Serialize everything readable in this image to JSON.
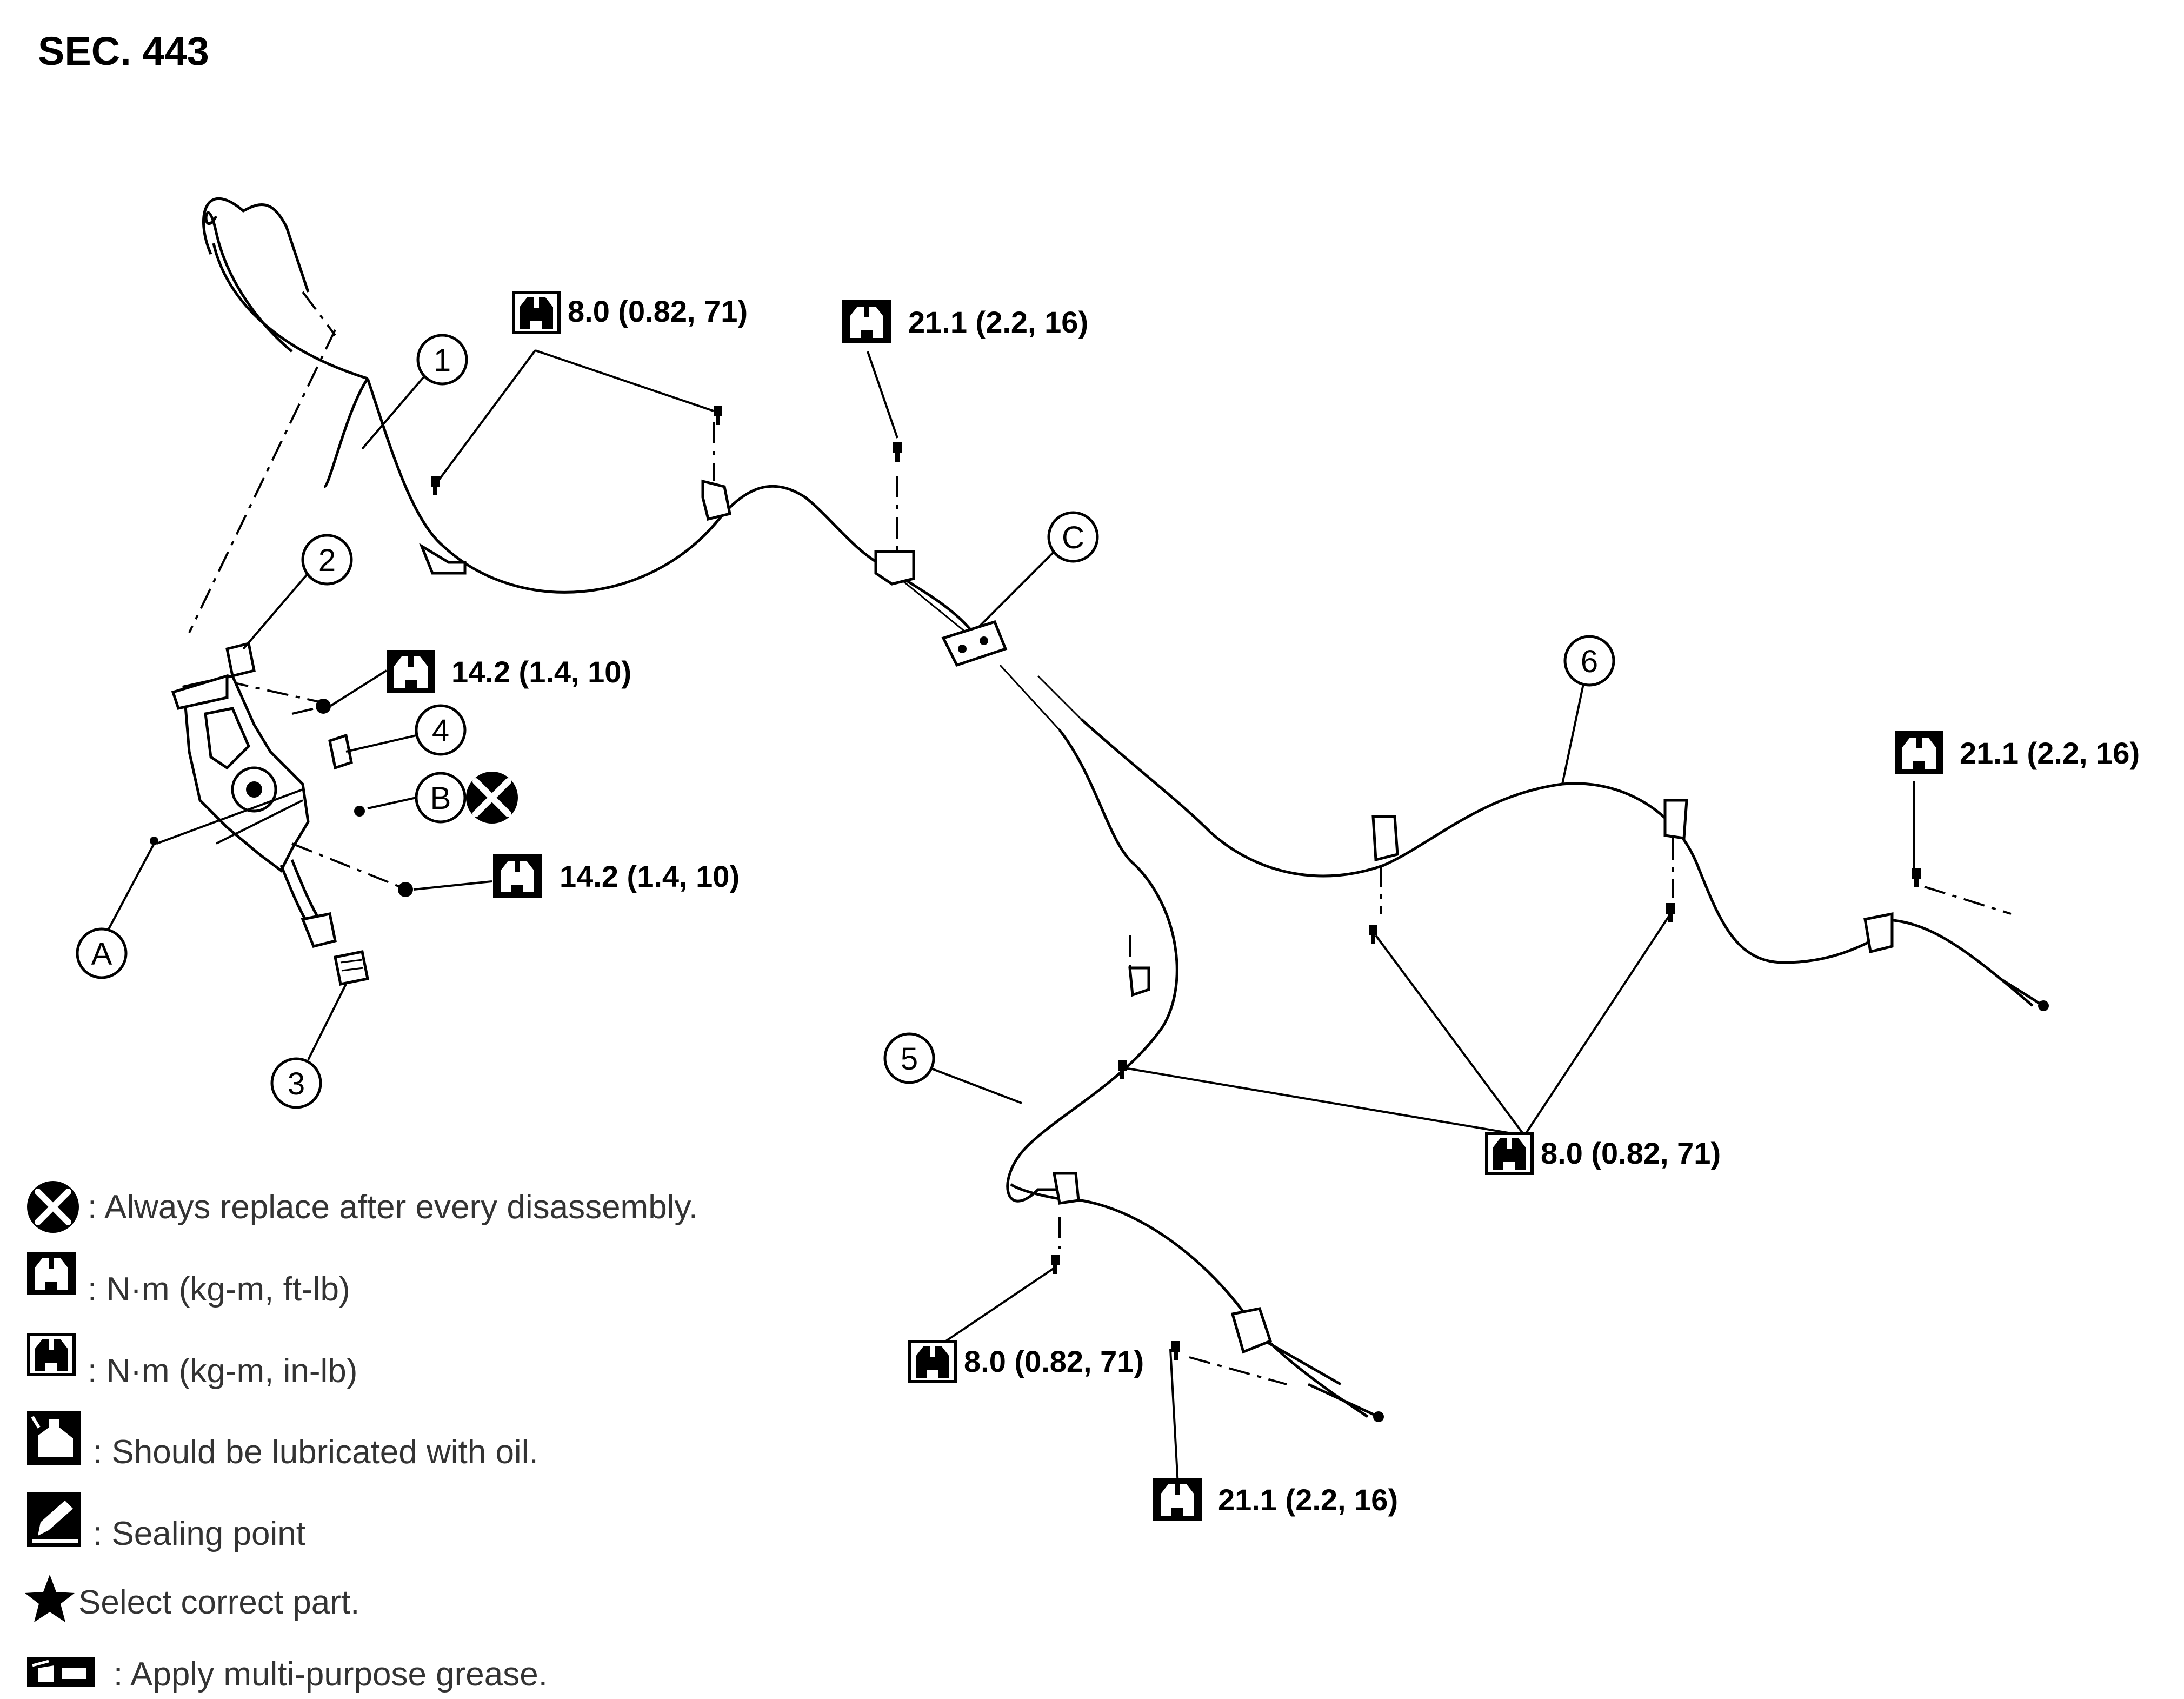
{
  "section_title": "SEC. 443",
  "callouts": {
    "c1": "1",
    "c2": "2",
    "c3": "3",
    "c4": "4",
    "c5": "5",
    "c6": "6",
    "cA": "A",
    "cB": "B",
    "cC": "C"
  },
  "torque_specs": {
    "t_top_inlb": "8.0 (0.82, 71)",
    "t_top_center": "21.1 (2.2, 16)",
    "t_pedal_upper": "14.2 (1.4, 10)",
    "t_pedal_lower": "14.2 (1.4, 10)",
    "t_right": "21.1 (2.2, 16)",
    "t_mid_inlb": "8.0 (0.82, 71)",
    "t_bottom_inlb": "8.0 (0.82, 71)",
    "t_bottom": "21.1 (2.2, 16)"
  },
  "legend": {
    "replace": ": Always replace after every disassembly.",
    "nm_ftlb": ": N·m (kg-m, ft-lb)",
    "nm_inlb": ": N·m (kg-m, in-lb)",
    "oil": ": Should be lubricated with oil.",
    "sealing": ": Sealing point",
    "select": "Select correct part.",
    "grease": ": Apply multi-purpose grease."
  },
  "icons": {
    "replace": "x-circle-icon",
    "nm_ftlb": "torque-wrench-outline-icon",
    "nm_inlb": "torque-wrench-filled-icon",
    "oil": "oil-can-icon",
    "sealing": "sealing-pencil-icon",
    "select": "star-icon",
    "grease": "grease-gun-icon"
  }
}
